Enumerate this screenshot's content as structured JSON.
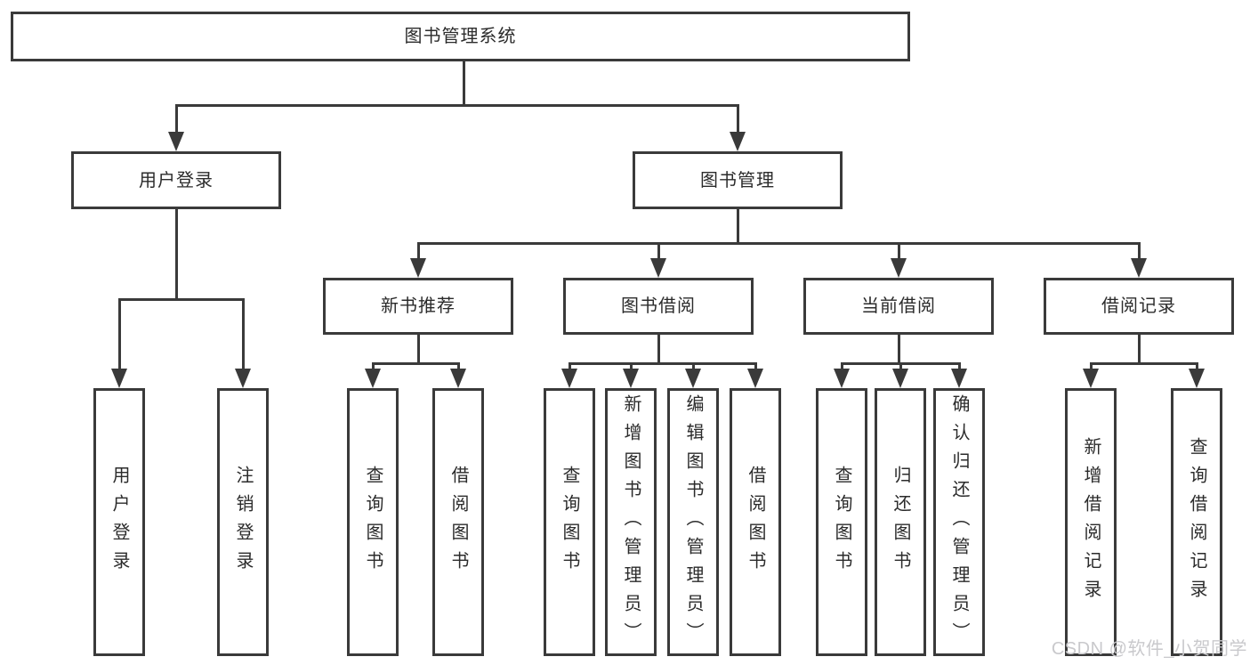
{
  "title": "图书管理系统",
  "tree": {
    "root": {
      "label": "图书管理系统"
    },
    "branches": [
      {
        "label": "用户登录",
        "children": [
          {
            "label": "用户登录"
          },
          {
            "label": "注销登录"
          }
        ]
      },
      {
        "label": "图书管理",
        "children": [
          {
            "label": "新书推荐",
            "children": [
              {
                "label": "查询图书"
              },
              {
                "label": "借阅图书"
              }
            ]
          },
          {
            "label": "图书借阅",
            "children": [
              {
                "label": "查询图书"
              },
              {
                "label": "新增图书（管理员）"
              },
              {
                "label": "编辑图书（管理员）"
              },
              {
                "label": "借阅图书"
              }
            ]
          },
          {
            "label": "当前借阅",
            "children": [
              {
                "label": "查询图书"
              },
              {
                "label": "归还图书"
              },
              {
                "label": "确认归还（管理员）"
              }
            ]
          },
          {
            "label": "借阅记录",
            "children": [
              {
                "label": "新增借阅记录"
              },
              {
                "label": "查询借阅记录"
              }
            ]
          }
        ]
      }
    ]
  },
  "watermark": {
    "text": "CSDN @软件_小贺同学"
  },
  "colors": {
    "line": "#3a3a3a",
    "text": "#2b2b2b",
    "background": "#ffffff",
    "watermark": "#c9c9cc"
  }
}
